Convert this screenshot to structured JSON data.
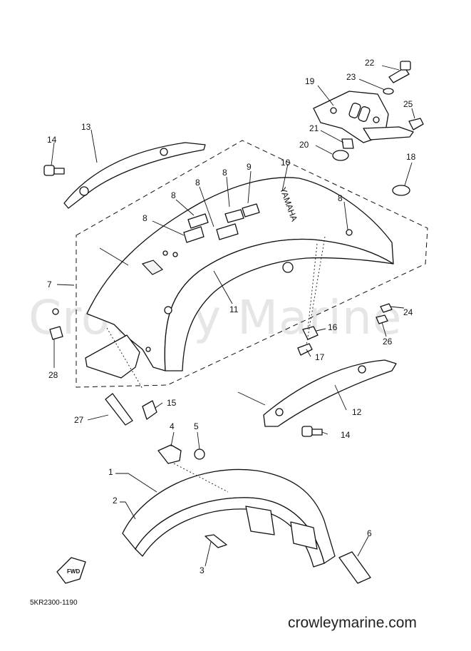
{
  "watermark": "Crowley Marine",
  "diagram_code": "5KR2300-1190",
  "site": "crowleymarine.com",
  "fwd_label": "FWD",
  "callouts": {
    "c1": "1",
    "c2": "2",
    "c3": "3",
    "c4": "4",
    "c5": "5",
    "c6": "6",
    "c7": "7",
    "c8a": "8",
    "c8b": "8",
    "c8c": "8",
    "c8d": "8",
    "c8e": "8",
    "c9": "9",
    "c10": "10",
    "c11": "11",
    "c12": "12",
    "c13": "13",
    "c14a": "14",
    "c14b": "14",
    "c15": "15",
    "c16": "16",
    "c17": "17",
    "c18": "18",
    "c19": "19",
    "c20": "20",
    "c21": "21",
    "c22": "22",
    "c23": "23",
    "c24": "24",
    "c25": "25",
    "c26": "26",
    "c27": "27",
    "c28": "28"
  }
}
